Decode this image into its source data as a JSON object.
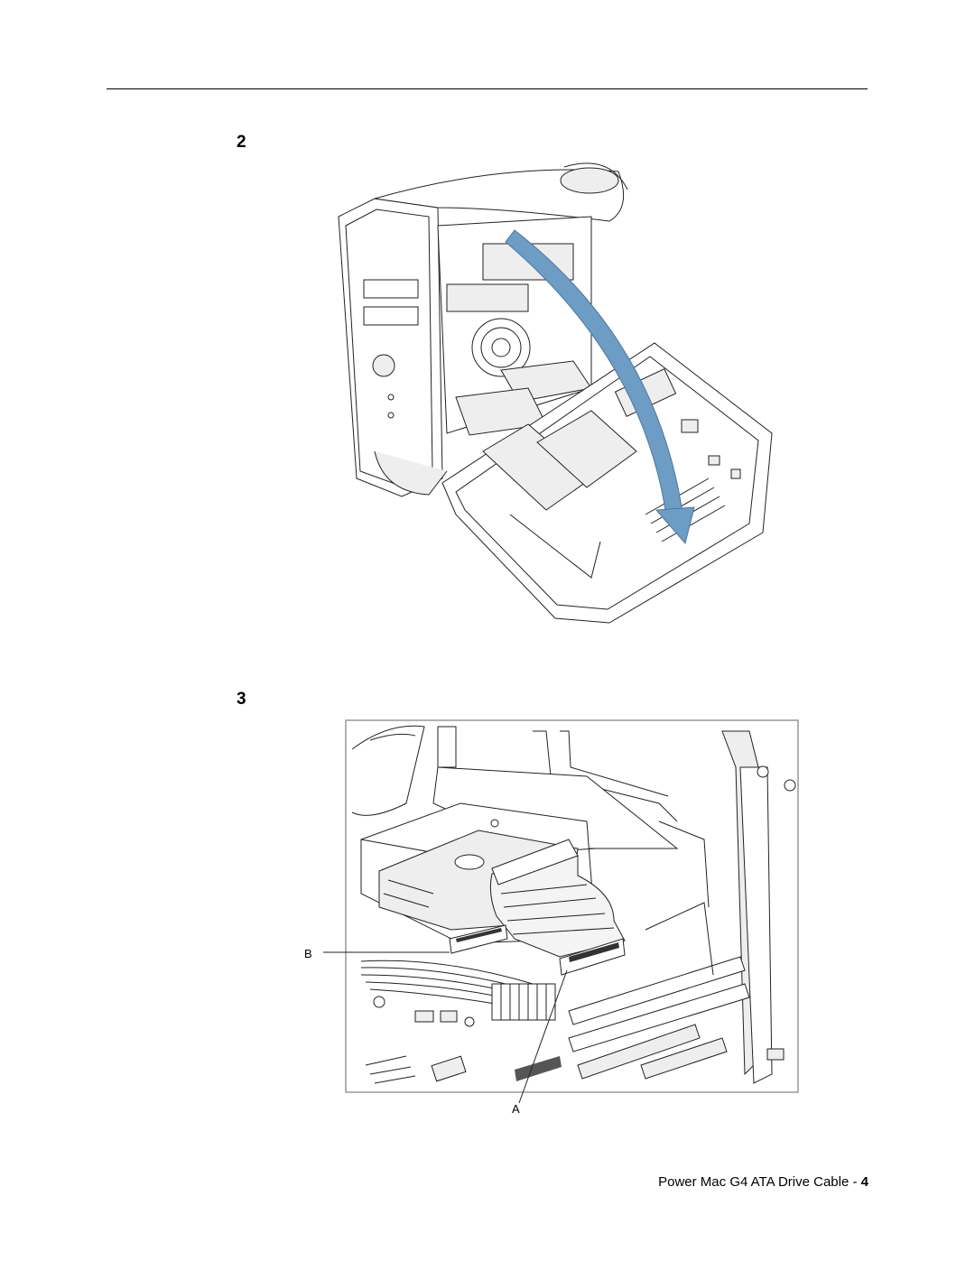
{
  "page": {
    "steps": [
      {
        "number": "2"
      },
      {
        "number": "3"
      }
    ],
    "callouts": {
      "a": "A",
      "b": "B"
    },
    "footer": {
      "title": "Power Mac G4 ATA Drive Cable - ",
      "page_number": "4"
    },
    "colors": {
      "arrow": "#6d9cc4",
      "ink": "#000000"
    }
  }
}
